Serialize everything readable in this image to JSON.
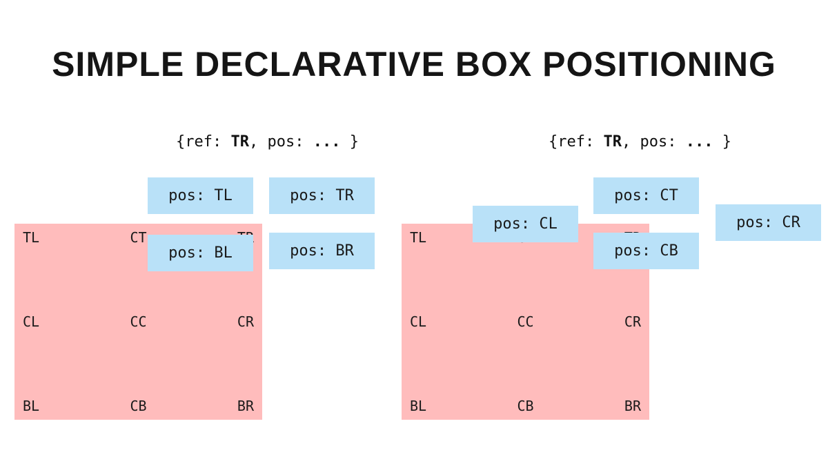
{
  "title": "SIMPLE DECLARATIVE BOX POSITIONING",
  "colors": {
    "reference_box_pink": "#FFBCBC",
    "positioned_box_blue": "#B9E1F8",
    "text": "#1A1A1A"
  },
  "code_left": {
    "segments": [
      "{ref: ",
      "TR",
      ", pos: ",
      "...",
      " }"
    ]
  },
  "code_right": {
    "segments": [
      "{ref: ",
      "TR",
      ", pos: ",
      "...",
      " }"
    ]
  },
  "ref_box_left": {
    "labels": [
      "TL",
      "CT",
      "TR",
      "CL",
      "CC",
      "CR",
      "BL",
      "CB",
      "BR"
    ]
  },
  "ref_box_right": {
    "labels": [
      "TL",
      "CT",
      "TR",
      "CL",
      "CC",
      "CR",
      "BL",
      "CB",
      "BR"
    ]
  },
  "pos_boxes_left": [
    {
      "label": "pos: TL"
    },
    {
      "label": "pos: TR"
    },
    {
      "label": "pos: BL"
    },
    {
      "label": "pos: BR"
    }
  ],
  "pos_boxes_right": [
    {
      "label": "pos: CT"
    },
    {
      "label": "pos: CL"
    },
    {
      "label": "pos: CB"
    },
    {
      "label": "pos: CR"
    }
  ]
}
